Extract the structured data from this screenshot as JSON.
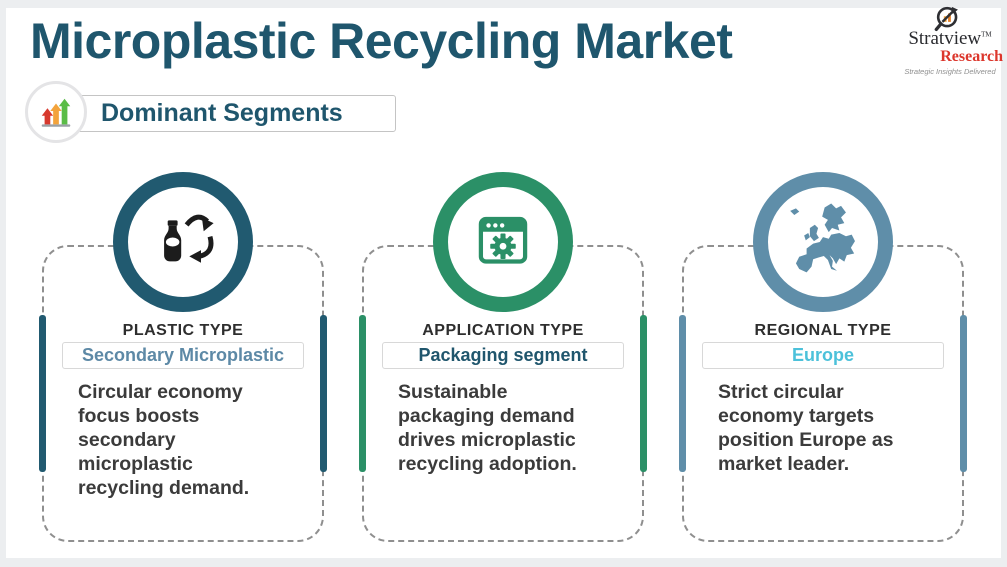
{
  "page": {
    "bg_outer": "#eceef0",
    "bg_inner": "#ffffff"
  },
  "header": {
    "title": "Microplastic Recycling Market",
    "title_color": "#1f566d",
    "badge": {
      "label": "Dominant Segments",
      "label_color": "#1f566d",
      "icon": "trend-arrows-icon"
    }
  },
  "logo": {
    "name": "Stratview",
    "tm": "TM",
    "sub": "Research",
    "tagline": "Strategic Insights Delivered",
    "name_color": "#2a2b2f",
    "sub_color": "#dc362c",
    "icon": "magnifier-growth-icon"
  },
  "icon_colors": {
    "arrow_red": "#d7392e",
    "arrow_orange": "#f3a33b",
    "arrow_green": "#5abc47",
    "bottle_dark": "#1c1c1c"
  },
  "cards": [
    {
      "icon": "bottle-recycle-icon",
      "accent": "#215a70",
      "category": "PLASTIC TYPE",
      "value": "Secondary Microplastic",
      "value_color": "#5d89a6",
      "description": "Circular economy\nfocus boosts\nsecondary\nmicroplastic\nrecycling demand."
    },
    {
      "icon": "window-gear-icon",
      "accent": "#2b9067",
      "category": "APPLICATION TYPE",
      "value": "Packaging segment",
      "value_color": "#20566d",
      "description": "Sustainable\npackaging demand\ndrives microplastic\nrecycling adoption."
    },
    {
      "icon": "europe-map-icon",
      "accent": "#5f8ea9",
      "category": "REGIONAL TYPE",
      "value": "Europe",
      "value_color": "#4cc1da",
      "description": "Strict circular\neconomy targets\nposition Europe as\nmarket leader."
    }
  ]
}
